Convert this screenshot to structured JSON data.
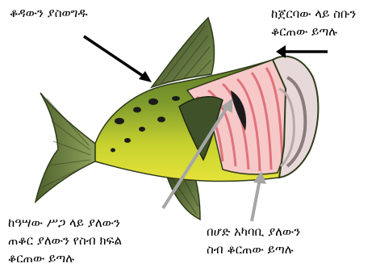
{
  "labels": {
    "skin": {
      "lines": [
        "ቆዳውን ያስወግዱ"
      ]
    },
    "tail_gill": {
      "lines": [
        "ከጀርባው ላይ ስቡን",
        "ቆርጠው ይጣሉ"
      ]
    },
    "back_gill": {
      "lines": [
        "ከዓሣው ሥጋ ላይ ያለውን",
        "ጠቆር ያለውን የስብ ክፍል",
        "ቆርጠው ይጣሉ"
      ]
    },
    "belly_gill": {
      "lines": [
        "በሆድ አካባቢ ያለውን",
        "ስብ ቆርጠው ይጣሉ"
      ]
    }
  },
  "colors": {
    "fin_dark": "#3f5128",
    "fin_mid": "#6f8246",
    "body_green": "#7d9a2c",
    "belly_yellow": "#dde02e",
    "flesh_pink": "#ef9aa0",
    "flesh_light": "#f7c8c8",
    "flesh_stripe": "#d9646e",
    "spots": "#1b1b1b",
    "arrow_black": "#000000",
    "arrow_gray": "#a6a6a6"
  }
}
